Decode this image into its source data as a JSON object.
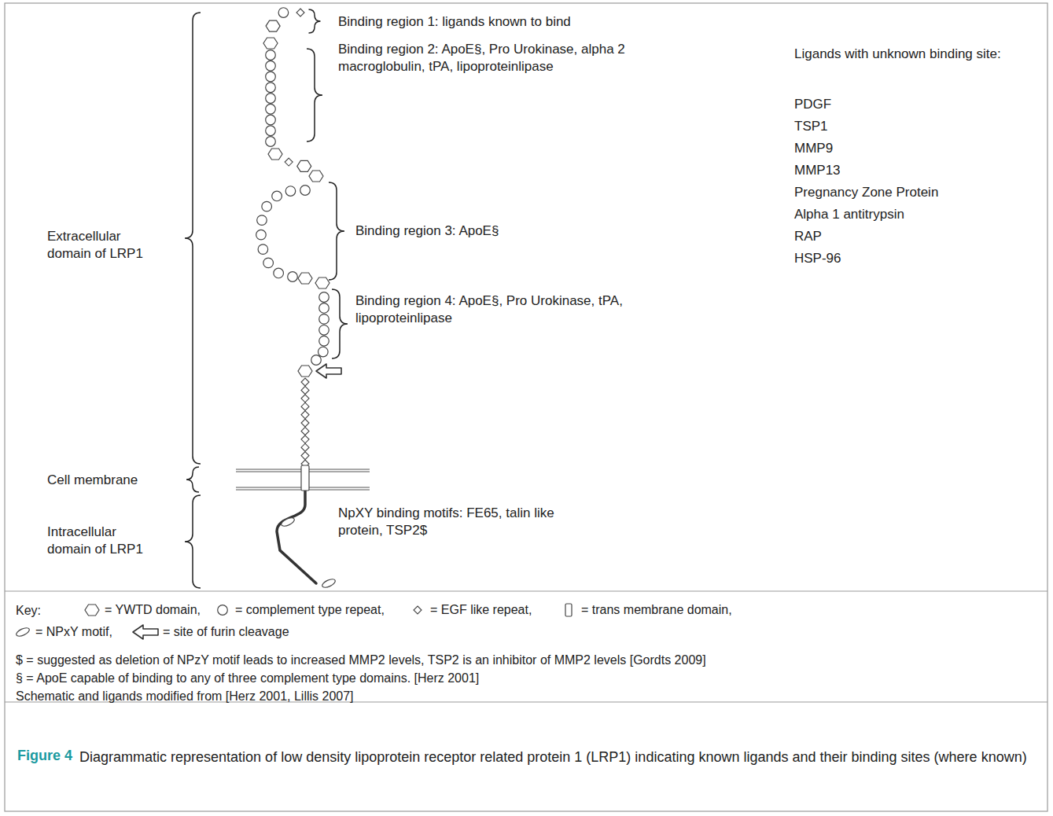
{
  "diagram": {
    "caption": "Diagrammatic representation of low density lipoprotein receptor related protein 1 (LRP1) indicating known ligands and their binding sites (where known)",
    "labels": [
      "Binding region 1: ligands known to bind",
      "Binding region 2: ApoE§, Pro Urokinase, alpha 2 macroglobulin, tPA, lipoproteinlipase",
      "Binding region 3: ApoE§",
      "Binding region 4: ApoE§, Pro Urokinase, tPA, lipoproteinlipase",
      "Extracellular domain of LRP1",
      "Cell membrane",
      "Intracellular domain of LRP1",
      "NpXY binding motifs: FE65, talin like protein, TSP2$",
      "Ligands with unknown binding site:",
      "PDGF",
      "TSP1",
      "MMP9",
      "MMP13",
      "Pregnancy Zone Protein",
      "Alpha 1 antitrypsin",
      "RAP",
      "HSP-96",
      "Key:",
      "$ = suggested as deletion of NPzY motif leads to increased MMP2 levels, TSP2 is an inhibitor of MMP2 levels [Gordts 2009]",
      "§ = ApoE capable of binding to any of three complement type domains. [Herz 2001]",
      "Schematic and ligands modified from [Herz 2001, Lillis 2007]",
      "Figure 4"
    ],
    "legend": [
      {
        "text": "= YWTD domain,"
      },
      {
        "text": "= complement type repeat,"
      },
      {
        "text": "= EGF like repeat,"
      },
      {
        "text": "= trans membrane domain,"
      },
      {
        "text": "= NPxY motif,"
      },
      {
        "text": "= site of furin cleavage"
      }
    ]
  }
}
